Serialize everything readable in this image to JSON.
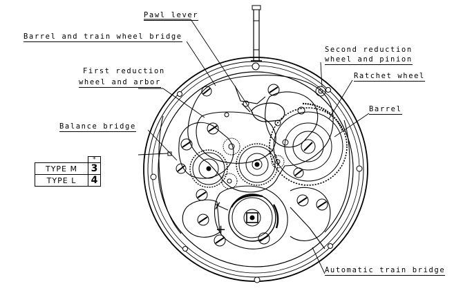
{
  "labels": {
    "pawl_lever": "Pawl lever",
    "barrel_bridge": "Barrel and train wheel bridge",
    "first_reduction_1": "First reduction",
    "first_reduction_2": "wheel and arbor",
    "second_reduction_1": "Second reduction",
    "second_reduction_2": "wheel and pinion",
    "ratchet_wheel": "Ratchet wheel",
    "barrel": "Barrel",
    "balance_bridge": "Balance bridge",
    "automatic_train_bridge": "Automatic train bridge"
  },
  "regulator": {
    "minus": "−",
    "plus": "+"
  },
  "type_table": {
    "header": "*",
    "rows": [
      {
        "name": "TYPE M",
        "value": "3"
      },
      {
        "name": "TYPE L",
        "value": "4"
      }
    ]
  }
}
